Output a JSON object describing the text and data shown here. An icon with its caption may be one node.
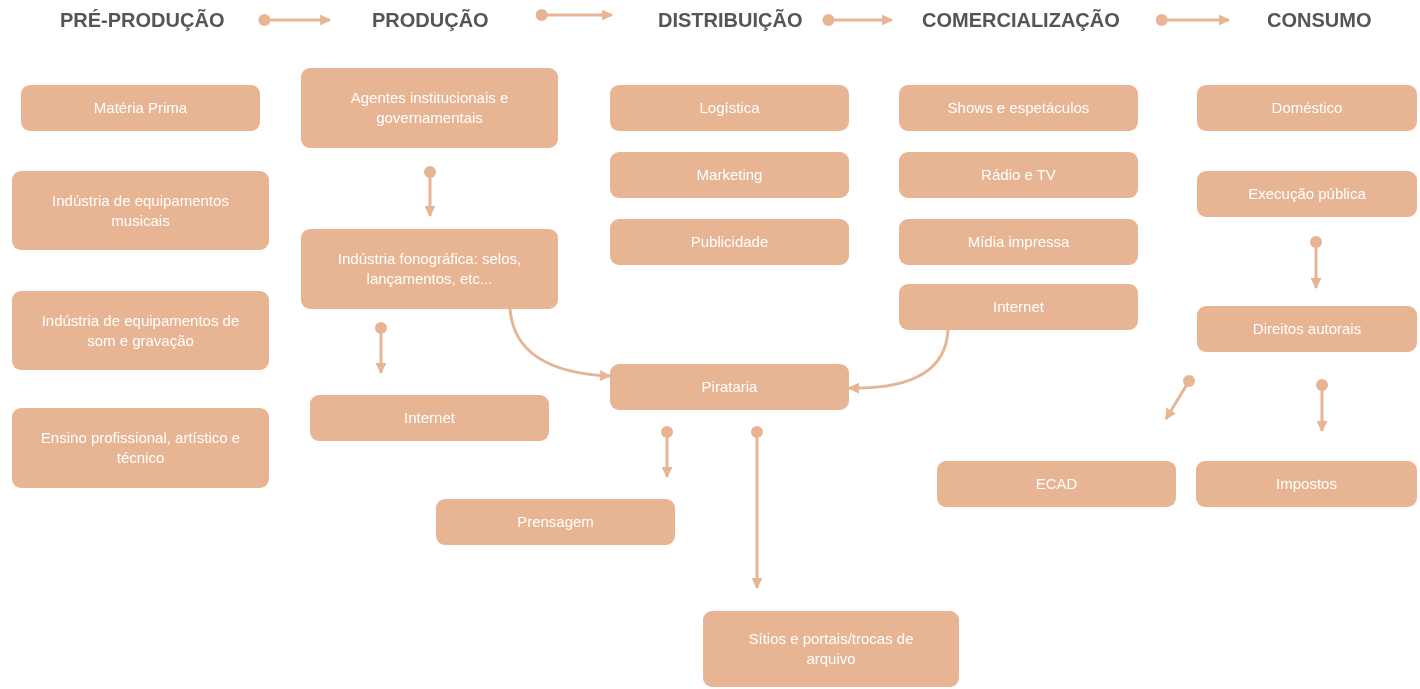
{
  "diagram": {
    "nodes": [
      {
        "text": [
          "PRÉ-PRODUÇÃO"
        ]
      },
      {
        "text": [
          "PRODUÇÃO"
        ]
      },
      {
        "text": [
          "DISTRIBUIÇÃO"
        ]
      },
      {
        "text": [
          "COMERCIALIZAÇÃO"
        ]
      },
      {
        "text": [
          "CONSUMO"
        ]
      },
      {
        "text": [
          "Matéria Prima"
        ]
      },
      {
        "text": [
          "Indústria de equipamentos musicais"
        ]
      },
      {
        "text": [
          "Indústria de equipamentos de som e gravação"
        ]
      },
      {
        "text": [
          "Ensino profissional, artístico e técnico"
        ]
      },
      {
        "text": [
          "Agentes institucionais e governamentais"
        ]
      },
      {
        "text": [
          "Indústria fonográfica: selos, lançamentos, etc..."
        ]
      },
      {
        "text": [
          "Internet"
        ]
      },
      {
        "text": [
          "Logística"
        ]
      },
      {
        "text": [
          "Marketing"
        ]
      },
      {
        "text": [
          "Publicidade"
        ]
      },
      {
        "text": [
          "Pirataria"
        ]
      },
      {
        "text": [
          "Prensagem"
        ]
      },
      {
        "text": [
          "Sítios e portais/trocas de arquivo"
        ]
      },
      {
        "text": [
          "Shows e espetáculos"
        ]
      },
      {
        "text": [
          "Rádio e TV"
        ]
      },
      {
        "text": [
          "Mídia impressa"
        ]
      },
      {
        "text": [
          "Internet"
        ]
      },
      {
        "text": [
          "ECAD"
        ]
      },
      {
        "text": [
          "Doméstico"
        ]
      },
      {
        "text": [
          "Execução pública"
        ]
      },
      {
        "text": [
          "Direitos autorais"
        ]
      },
      {
        "text": [
          "Impostos"
        ]
      }
    ],
    "edges": [
      {
        "from": 0,
        "to": 1,
        "arrow": "to"
      },
      {
        "from": 1,
        "to": 2,
        "arrow": "to"
      },
      {
        "from": 2,
        "to": 3,
        "arrow": "to"
      },
      {
        "from": 3,
        "to": 4,
        "arrow": "to"
      },
      {
        "from": 9,
        "to": 10,
        "arrow": "to"
      },
      {
        "from": 10,
        "to": 11,
        "arrow": "to"
      },
      {
        "from": 10,
        "to": 15,
        "arrow": "to"
      },
      {
        "from": 21,
        "to": 15,
        "arrow": "to"
      },
      {
        "from": 15,
        "to": 16,
        "arrow": "to"
      },
      {
        "from": 15,
        "to": 17,
        "arrow": "to"
      },
      {
        "from": 24,
        "to": 25,
        "arrow": "to"
      },
      {
        "from": 25,
        "to": 22,
        "arrow": "to"
      },
      {
        "from": 25,
        "to": 26,
        "arrow": "to"
      }
    ]
  }
}
